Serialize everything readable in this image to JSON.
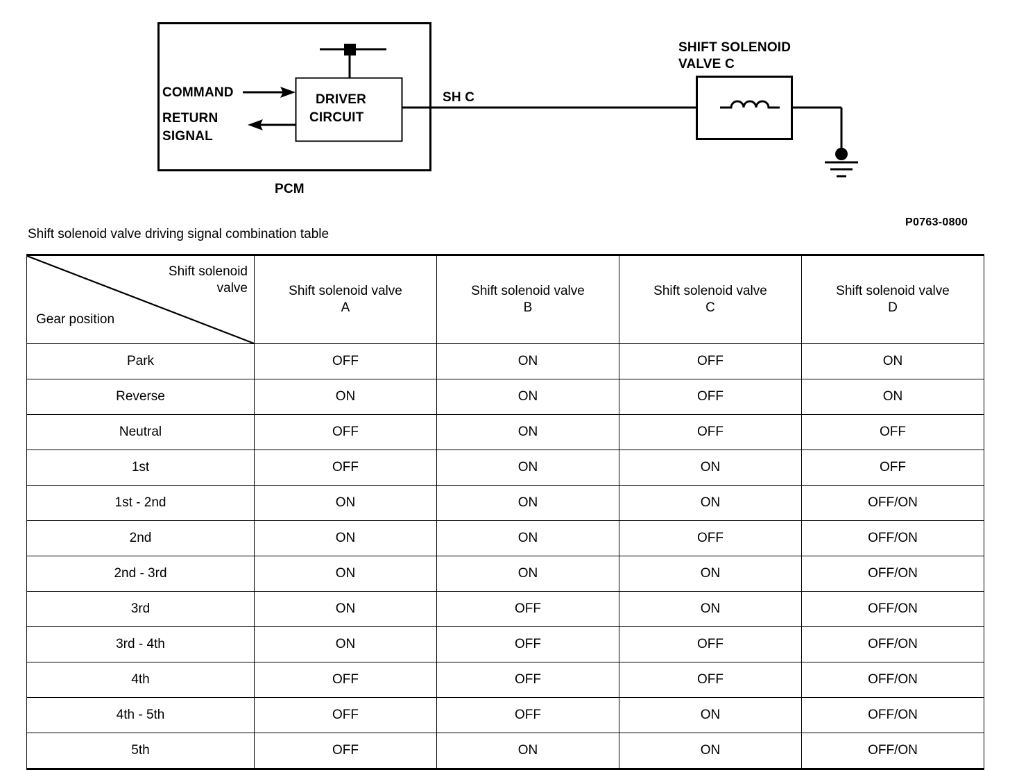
{
  "diagram": {
    "pcm_label": "PCM",
    "command_label": "COMMAND",
    "return_label": "RETURN",
    "signal_label": "SIGNAL",
    "driver_line1": "DRIVER",
    "driver_line2": "CIRCUIT",
    "wire_label": "SH C",
    "solenoid_line1": "SHIFT SOLENOID",
    "solenoid_line2": "VALVE C",
    "reference_code": "P0763-0800",
    "icons": {
      "power_terminal": "square-terminal-icon",
      "inductor": "coil-icon",
      "ground": "ground-icon",
      "command_arrow": "arrow-right-icon",
      "return_arrow": "arrow-left-icon"
    }
  },
  "table": {
    "caption": "Shift solenoid valve driving signal combination table",
    "corner_top": "Shift solenoid\nvalve",
    "corner_bottom": "Gear position",
    "columns": [
      {
        "line1": "Shift solenoid valve",
        "line2": "A"
      },
      {
        "line1": "Shift solenoid valve",
        "line2": "B"
      },
      {
        "line1": "Shift solenoid valve",
        "line2": "C"
      },
      {
        "line1": "Shift solenoid valve",
        "line2": "D"
      }
    ],
    "rows": [
      {
        "gear": "Park",
        "a": "OFF",
        "b": "ON",
        "c": "OFF",
        "d": "ON"
      },
      {
        "gear": "Reverse",
        "a": "ON",
        "b": "ON",
        "c": "OFF",
        "d": "ON"
      },
      {
        "gear": "Neutral",
        "a": "OFF",
        "b": "ON",
        "c": "OFF",
        "d": "OFF"
      },
      {
        "gear": "1st",
        "a": "OFF",
        "b": "ON",
        "c": "ON",
        "d": "OFF"
      },
      {
        "gear": "1st - 2nd",
        "a": "ON",
        "b": "ON",
        "c": "ON",
        "d": "OFF/ON"
      },
      {
        "gear": "2nd",
        "a": "ON",
        "b": "ON",
        "c": "OFF",
        "d": "OFF/ON"
      },
      {
        "gear": "2nd - 3rd",
        "a": "ON",
        "b": "ON",
        "c": "ON",
        "d": "OFF/ON"
      },
      {
        "gear": "3rd",
        "a": "ON",
        "b": "OFF",
        "c": "ON",
        "d": "OFF/ON"
      },
      {
        "gear": "3rd - 4th",
        "a": "ON",
        "b": "OFF",
        "c": "OFF",
        "d": "OFF/ON"
      },
      {
        "gear": "4th",
        "a": "OFF",
        "b": "OFF",
        "c": "OFF",
        "d": "OFF/ON"
      },
      {
        "gear": "4th - 5th",
        "a": "OFF",
        "b": "OFF",
        "c": "ON",
        "d": "OFF/ON"
      },
      {
        "gear": "5th",
        "a": "OFF",
        "b": "ON",
        "c": "ON",
        "d": "OFF/ON"
      }
    ]
  }
}
